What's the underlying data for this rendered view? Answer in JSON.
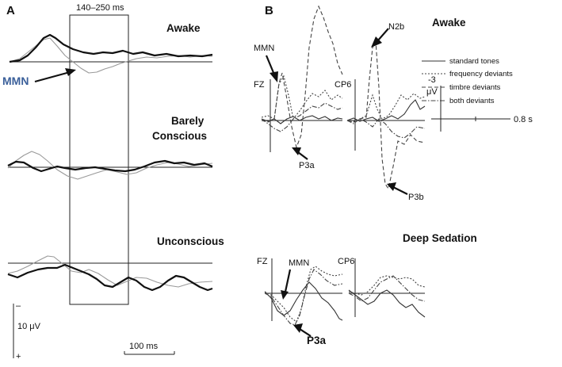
{
  "panel_a": {
    "label": "A",
    "window_label": "140–250 ms",
    "mmn_label": "MMN",
    "conditions": [
      "Awake",
      "Barely",
      "Conscious",
      "Unconscious"
    ],
    "scale_amplitude": "10 μV",
    "scale_minus": "–",
    "scale_plus": "+",
    "scale_time": "100 ms"
  },
  "panel_b": {
    "label": "B",
    "awake_title": "Awake",
    "sedation_title": "Deep Sedation",
    "electrodes": [
      "FZ",
      "CP6",
      "FZ",
      "CP6"
    ],
    "components": [
      "MMN",
      "N2b",
      "P3a",
      "P3b",
      "MMN",
      "P3a"
    ],
    "legend": [
      "standard tones",
      "frequency deviants",
      "timbre deviants",
      "both deviants"
    ],
    "y_tick": "-3",
    "y_unit": "μV",
    "x_tick": "0.8 s"
  },
  "colors": {
    "mmn_label": "#3a5f9a",
    "ink": "#111111",
    "thin_trace": "#999999"
  }
}
